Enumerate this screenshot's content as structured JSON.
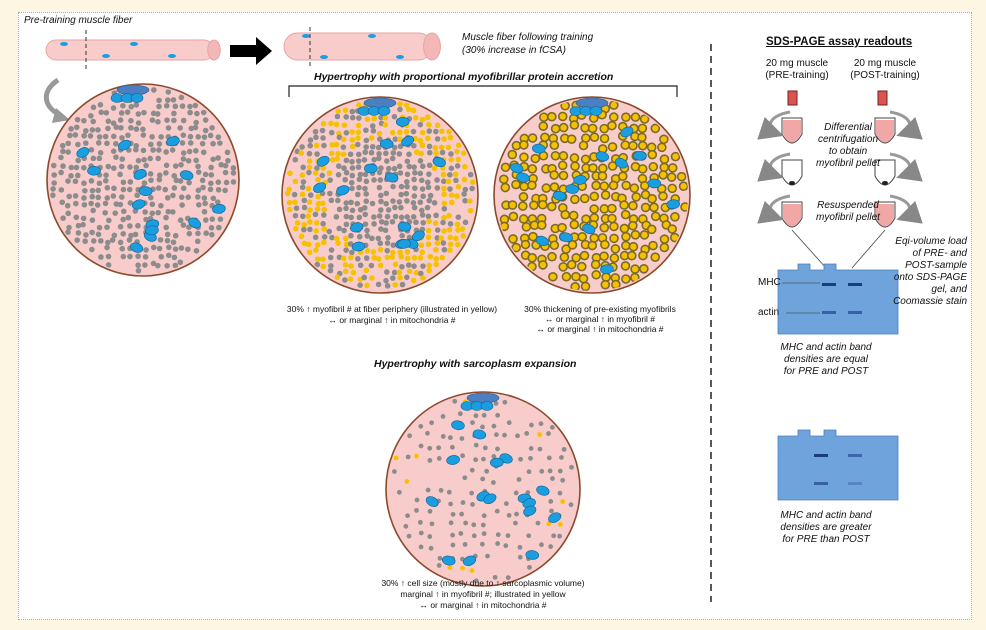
{
  "fiber": {
    "pre_label": "Pre-training muscle fiber",
    "post_label_line1": "Muscle fiber following training",
    "post_label_line2": "(30% increase in fCSA)"
  },
  "proportional": {
    "title": "Hypertrophy with proportional myofibrillar protein accretion",
    "caption_left_line1": "30% ↑ myofibril # at fiber periphery (illustrated in yellow)",
    "caption_left_line2": "↔ or marginal ↑ in mitochondria #",
    "caption_right_line1": "30% thickening of pre-existing myofibrils",
    "caption_right_line2": "↔ or marginal ↑ in myofibril #",
    "caption_right_line3": "↔ or marginal ↑ in mitochondria #"
  },
  "sarcoplasm": {
    "title": "Hypertrophy with sarcoplasm expansion",
    "caption_line1": "30% ↑ cell size (mostly due to ↑ sarcoplasmic volume)",
    "caption_line2": "marginal ↑ in myofibril #; illustrated in yellow",
    "caption_line3": "↔ or marginal ↑ in mitochondria #"
  },
  "sds": {
    "title": "SDS-PAGE assay readouts",
    "pre_sample_line1": "20 mg muscle",
    "pre_sample_line2": "(PRE-training)",
    "post_sample_line1": "20 mg muscle",
    "post_sample_line2": "(POST-training)",
    "centrifugation_line1": "Differential",
    "centrifugation_line2": "centrifugation",
    "centrifugation_line3": "to obtain",
    "centrifugation_line4": "myofibril pellet",
    "resuspend_line1": "Resuspended",
    "resuspend_line2": "myofibril pellet",
    "load_line1": "Eqi-volume load",
    "load_line2": "of PRE- and",
    "load_line3": "POST-sample",
    "load_line4": "onto SDS-PAGE",
    "load_line5": "gel, and",
    "load_line6": "Coomassie stain",
    "mhc_label": "MHC",
    "actin_label": "actin",
    "equal_line1": "MHC and actin band",
    "equal_line2": "densities are equal",
    "equal_line3": "for PRE and POST",
    "greater_line1": "MHC and actin band",
    "greater_line2": "densities are greater",
    "greater_line3": "for PRE than POST"
  },
  "colors": {
    "fiber_pink": "#f9cccc",
    "fiber_border": "#8b4a2b",
    "myofibril_grey": "#8c8c8c",
    "new_myofibril_yellow": "#f5c100",
    "mitochondria_blue": "#1a9ee0",
    "nucleus_blue": "#4a7fc1",
    "gel_blue": "#6fa3dc",
    "band_dark": "#1f3c7a",
    "tube_red": "#d9534f"
  }
}
